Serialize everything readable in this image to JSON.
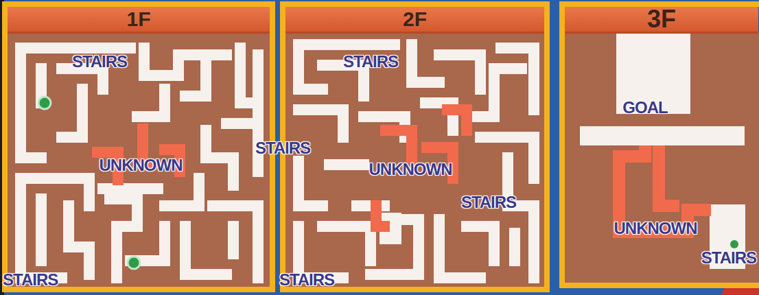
{
  "diagram": {
    "nodes": [
      {
        "text": [
          "1F"
        ]
      },
      {
        "text": [
          "2F"
        ]
      },
      {
        "text": [
          "3F"
        ]
      }
    ],
    "labels": [
      "STAIRS",
      "UNKNOWN",
      "STAIRS",
      "STAIRS",
      "STAIRS",
      "UNKNOWN",
      "STAIRS",
      "STAIRS",
      "GOAL",
      "UNKNOWN",
      "STAIRS"
    ]
  }
}
